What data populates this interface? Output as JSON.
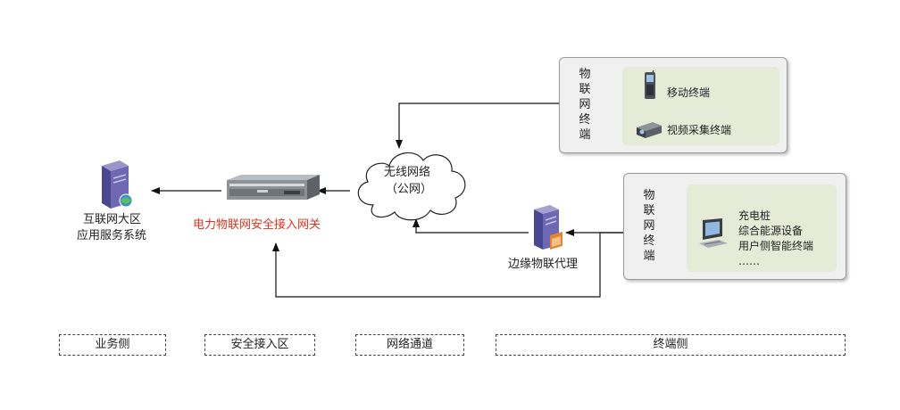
{
  "nodes": {
    "internet_system": {
      "line1": "互联网大区",
      "line2": "应用服务系统"
    },
    "gateway": {
      "label": "电力物联网安全接入网关"
    },
    "wireless": {
      "line1": "无线网络",
      "line2": "（公网）"
    },
    "edge_proxy": {
      "label": "边缘物联代理"
    }
  },
  "terminal_panel_1": {
    "title": "物联网终端",
    "items": [
      {
        "label": "移动终端",
        "icon": "mobile-phone-icon"
      },
      {
        "label": "视频采集终端",
        "icon": "video-camera-icon"
      }
    ]
  },
  "terminal_panel_2": {
    "title": "物联网终端",
    "icon": "computer-terminal-icon",
    "items": [
      "充电桩",
      "综合能源设备",
      "用户侧智能终端",
      "……"
    ]
  },
  "zones": [
    {
      "label": "业务侧"
    },
    {
      "label": "安全接入区"
    },
    {
      "label": "网络通道"
    },
    {
      "label": "终端侧"
    }
  ],
  "colors": {
    "gateway_label": "#d9331f",
    "panel_inner": "#e6ebd8",
    "panel_bg": "#f0f0f0"
  }
}
